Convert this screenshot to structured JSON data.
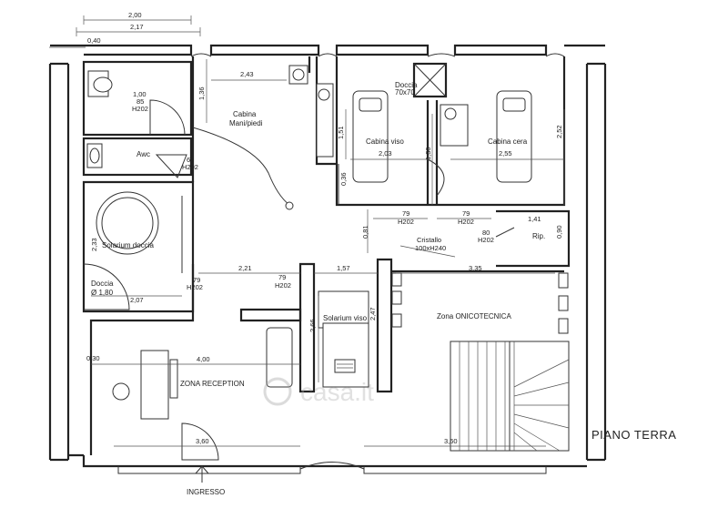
{
  "title": "PIANO TERRA",
  "rooms": {
    "cabina_manipiedi": [
      "Cabina",
      "Mani/piedi"
    ],
    "cabina_viso": "Cabina viso",
    "cabina_cera": "Cabina cera",
    "awc": "Awc",
    "solarium_doccia": "Solarium doccia",
    "doccia_round": [
      "Doccia",
      "Ø 1,80"
    ],
    "doccia_sq": [
      "Doccia",
      "70x70"
    ],
    "solarium_viso": "Solarium viso",
    "zona_onicotecnica": "Zona ONICOTECNICA",
    "zona_reception": "ZONA RECEPTION",
    "rip": "Rip.",
    "cristallo": [
      "Cristallo",
      "100xH240"
    ],
    "ingresso": "INGRESSO"
  },
  "dimensions": {
    "d200": "2,00",
    "d217": "2,17",
    "d040": "0,40",
    "d243": "2,43",
    "d136": "1,36",
    "d100": "1,00",
    "d85a": "85",
    "h202": "H202",
    "d65": "65",
    "d203": "2,03",
    "d255": "2,55",
    "d151": "1,51",
    "d130": "1,30",
    "d252": "2,52",
    "d036": "0,36",
    "d79": "79",
    "d141": "1,41",
    "d080": "80",
    "d090": "0,90",
    "d081": "0,81",
    "d233": "2,33",
    "d221": "2,21",
    "d157": "1,57",
    "d335": "3,35",
    "d207": "2,07",
    "d266": "2,66",
    "d247": "2,47",
    "d030": "0,30",
    "d400": "4,00",
    "d360": "3,60",
    "d360b": "3,60"
  },
  "watermark": "casa.it"
}
